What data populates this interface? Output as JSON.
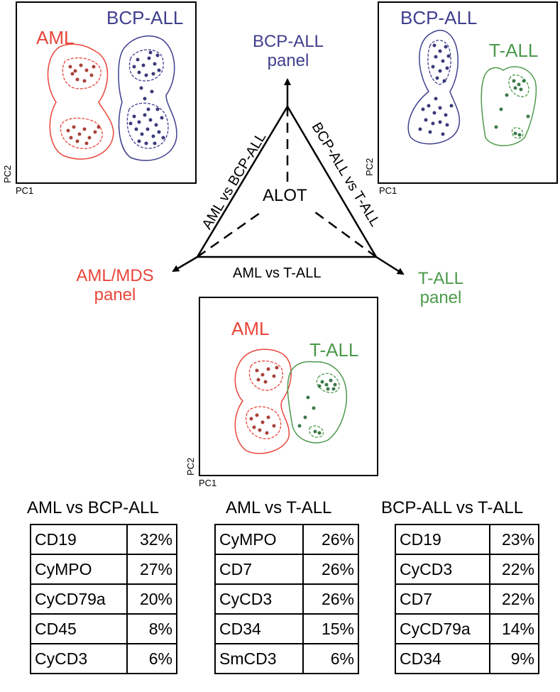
{
  "center_label": "ALOT",
  "panels": {
    "top": [
      "BCP-ALL",
      "panel"
    ],
    "left": [
      "AML/MDS",
      "panel"
    ],
    "right": [
      "T-ALL",
      "panel"
    ]
  },
  "edges": {
    "left": "AML vs BCP-ALL",
    "right": "BCP-ALL vs T-ALL",
    "bottom": "AML vs T-ALL"
  },
  "axes": {
    "x": "PC1",
    "y": "PC2"
  },
  "pca_plots": [
    {
      "groups": [
        "AML",
        "BCP-ALL"
      ]
    },
    {
      "groups": [
        "BCP-ALL",
        "T-ALL"
      ]
    },
    {
      "groups": [
        "AML",
        "T-ALL"
      ]
    }
  ],
  "colors": {
    "aml": "#e8453a",
    "bcp": "#3f3f8f",
    "tall": "#4c9a4c",
    "aml_point": "#a8423a",
    "bcp_point": "#3a3a7a",
    "tall_point": "#3c7a4a"
  },
  "tables": [
    {
      "title": "AML vs BCP-ALL",
      "rows": [
        [
          "CD19",
          "32%"
        ],
        [
          "CyMPO",
          "27%"
        ],
        [
          "CyCD79a",
          "20%"
        ],
        [
          "CD45",
          "8%"
        ],
        [
          "CyCD3",
          "6%"
        ]
      ]
    },
    {
      "title": "AML vs T-ALL",
      "rows": [
        [
          "CyMPO",
          "26%"
        ],
        [
          "CD7",
          "26%"
        ],
        [
          "CyCD3",
          "26%"
        ],
        [
          "CD34",
          "15%"
        ],
        [
          "SmCD3",
          "6%"
        ]
      ]
    },
    {
      "title": "BCP-ALL vs T-ALL",
      "rows": [
        [
          "CD19",
          "23%"
        ],
        [
          "CyCD3",
          "22%"
        ],
        [
          "CD7",
          "22%"
        ],
        [
          "CyCD79a",
          "14%"
        ],
        [
          "CD34",
          "9%"
        ]
      ]
    }
  ]
}
